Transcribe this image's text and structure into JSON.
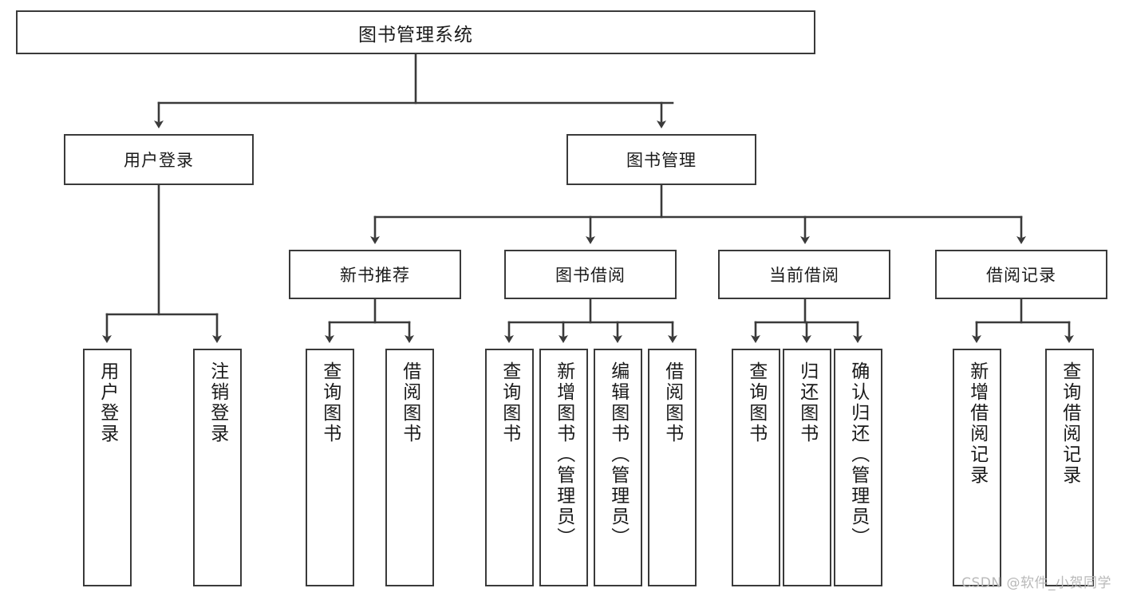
{
  "diagram": {
    "type": "tree",
    "title": "图书管理系统",
    "watermark": "CSDN @软件_小贺同学",
    "colors": {
      "box_border": "#3a3a3a",
      "box_fill": "#ffffff",
      "connector": "#3a3a3a",
      "text": "#1a1a1a",
      "watermark": "#b9b9b9",
      "background": "#ffffff"
    },
    "nodes": {
      "root": {
        "label": "图书管理系统"
      },
      "level2": [
        {
          "id": "user-login",
          "label": "用户登录"
        },
        {
          "id": "book-management",
          "label": "图书管理"
        }
      ],
      "level3": [
        {
          "id": "new-book-recommend",
          "label": "新书推荐"
        },
        {
          "id": "book-borrow",
          "label": "图书借阅"
        },
        {
          "id": "current-borrow",
          "label": "当前借阅"
        },
        {
          "id": "borrow-record",
          "label": "借阅记录"
        }
      ],
      "leaves": [
        {
          "id": "leaf-user-login",
          "parent": "user-login",
          "label": "用户登录"
        },
        {
          "id": "leaf-user-logout",
          "parent": "user-login",
          "label": "注销登录"
        },
        {
          "id": "leaf-rec-query-book",
          "parent": "new-book-recommend",
          "label": "查询图书"
        },
        {
          "id": "leaf-rec-borrow-book",
          "parent": "new-book-recommend",
          "label": "借阅图书"
        },
        {
          "id": "leaf-borrow-query-book",
          "parent": "book-borrow",
          "label": "查询图书"
        },
        {
          "id": "leaf-borrow-add-book",
          "parent": "book-borrow",
          "label": "新增图书（管理员）"
        },
        {
          "id": "leaf-borrow-edit-book",
          "parent": "book-borrow",
          "label": "编辑图书（管理员）"
        },
        {
          "id": "leaf-borrow-borrow-book",
          "parent": "book-borrow",
          "label": "借阅图书"
        },
        {
          "id": "leaf-current-query-book",
          "parent": "current-borrow",
          "label": "查询图书"
        },
        {
          "id": "leaf-current-return-book",
          "parent": "current-borrow",
          "label": "归还图书"
        },
        {
          "id": "leaf-current-confirm",
          "parent": "current-borrow",
          "label": "确认归还（管理员）"
        },
        {
          "id": "leaf-record-add",
          "parent": "borrow-record",
          "label": "新增借阅记录"
        },
        {
          "id": "leaf-record-query",
          "parent": "borrow-record",
          "label": "查询借阅记录"
        }
      ]
    }
  }
}
